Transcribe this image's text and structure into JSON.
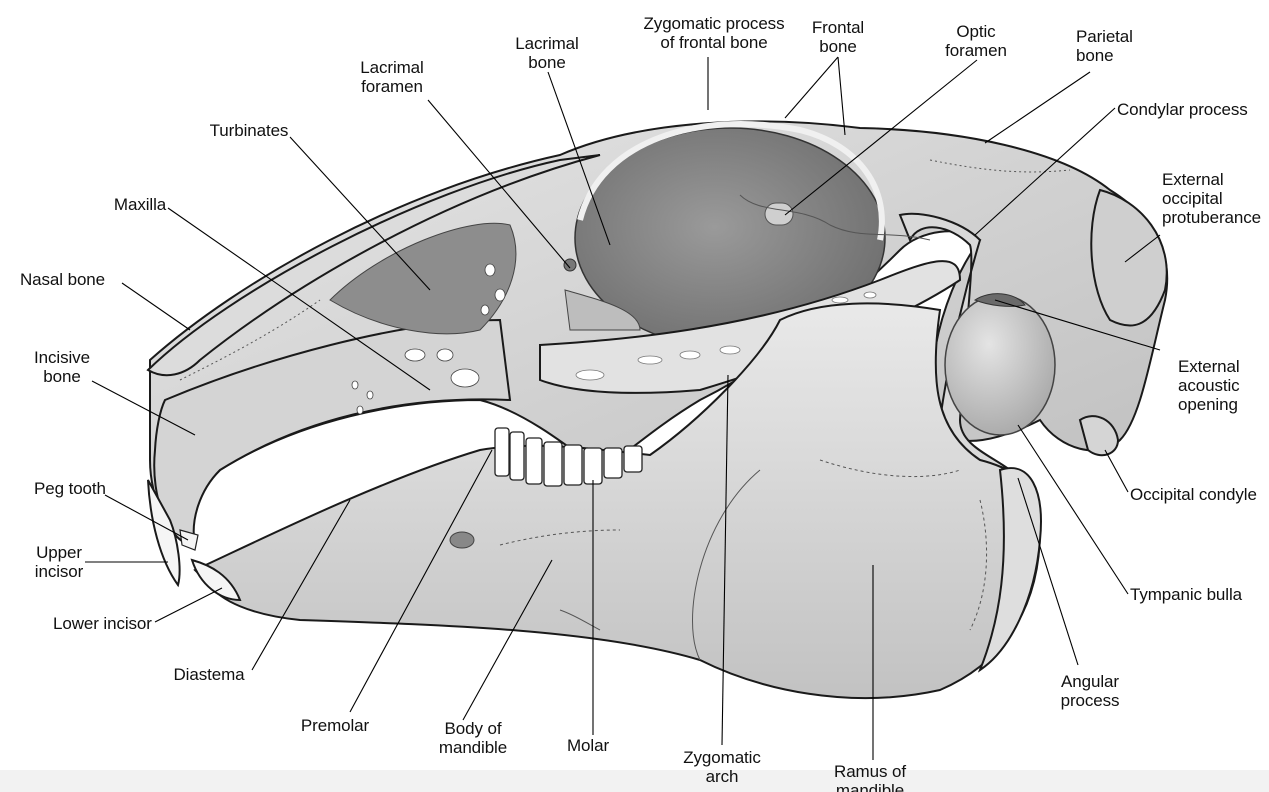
{
  "labels": {
    "zygomatic_process_frontal": "Zygomatic process\nof frontal bone",
    "frontal_bone": "Frontal\nbone",
    "optic_foramen": "Optic\nforamen",
    "parietal_bone": "Parietal\nbone",
    "lacrimal_bone": "Lacrimal\nbone",
    "lacrimal_foramen": "Lacrimal\nforamen",
    "condylar_process": "Condylar process",
    "turbinates": "Turbinates",
    "external_occipital_protuberance": "External\noccipital\nprotuberance",
    "maxilla": "Maxilla",
    "nasal_bone": "Nasal bone",
    "incisive_bone": "Incisive\nbone",
    "external_acoustic_opening": "External\nacoustic\nopening",
    "peg_tooth": "Peg tooth",
    "occipital_condyle": "Occipital condyle",
    "upper_incisor": "Upper\nincisor",
    "lower_incisor": "Lower incisor",
    "tympanic_bulla": "Tympanic bulla",
    "diastema": "Diastema",
    "angular_process": "Angular\nprocess",
    "premolar": "Premolar",
    "body_of_mandible": "Body of\nmandible",
    "molar": "Molar",
    "zygomatic_arch": "Zygomatic\narch",
    "ramus_of_mandible": "Ramus of\nmandible"
  }
}
